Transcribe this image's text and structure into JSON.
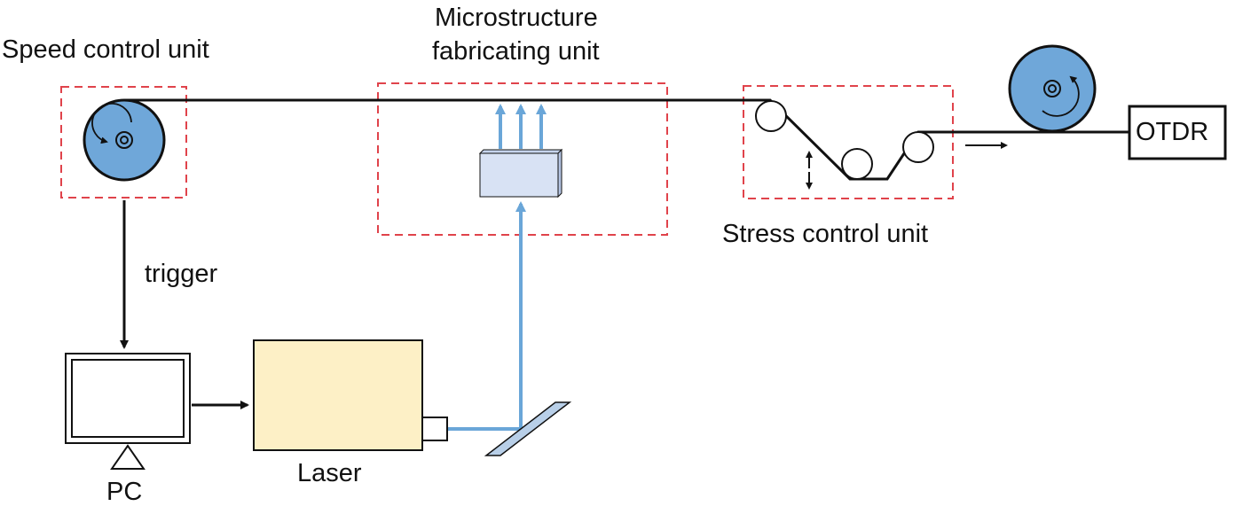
{
  "labels": {
    "speed_control_unit": "Speed control unit",
    "microstructure_line1": "Microstructure",
    "microstructure_line2": "fabricating unit",
    "stress_control_unit": "Stress control unit",
    "otdr": "OTDR",
    "trigger": "trigger",
    "pc": "PC",
    "laser": "Laser"
  },
  "colors": {
    "dashed_box": "#e0434b",
    "spool_fill": "#6fa7d9",
    "laser_beam": "#6aa6d8",
    "laser_body": "#fdf0c6",
    "modulator_fill": "#d8e2f4",
    "mirror_fill": "#b8cfe8",
    "line": "#111111"
  }
}
